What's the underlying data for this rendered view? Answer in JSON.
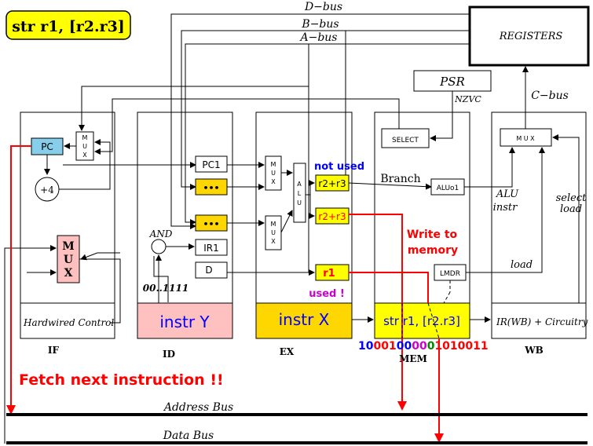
{
  "title": "str r1, [r2.r3]",
  "buses": {
    "d": "D−bus",
    "b": "B−bus",
    "a": "A−bus",
    "c": "C−bus",
    "address": "Address Bus",
    "data": "Data Bus"
  },
  "blocks": {
    "registers": "REGISTERS",
    "psr": "PSR",
    "nzvc": "NZVC",
    "select": "SELECT",
    "pc": "PC",
    "plus4": "+4",
    "mux_letters": [
      "M",
      "U",
      "X"
    ],
    "mux_inline": "M U X",
    "pc1": "PC1",
    "dots": "•••",
    "ir1": "IR1",
    "d": "D",
    "alu_letters": [
      "A",
      "L",
      "U"
    ],
    "alu01": "ALUo1",
    "lmdr": "LMDR",
    "and": "AND",
    "mask": "00..1111",
    "hardwired": "Hardwired Control",
    "ir_wb": "IR(WB) + Circuitry"
  },
  "stage_instr": {
    "id": "instr Y",
    "ex": "instr X",
    "mem": "str r1, [r2.r3]"
  },
  "stage_labels": [
    "IF",
    "ID",
    "EX",
    "MEM",
    "WB"
  ],
  "values": {
    "r2r3": "r2+r3",
    "r1": "r1"
  },
  "annotations": {
    "not_used": "not used",
    "used": "used !",
    "branch": "Branch",
    "alu_instr": [
      "ALU",
      "instr"
    ],
    "select_load": [
      "select",
      "load"
    ],
    "load": "load",
    "write_memory": [
      "Write to",
      "memory"
    ],
    "fetch": "Fetch next instruction !!"
  },
  "encoding": [
    {
      "text": "10",
      "color": "#0000ff"
    },
    {
      "text": "001",
      "color": "#ff0000"
    },
    {
      "text": "00",
      "color": "#0000ff"
    },
    {
      "text": "00",
      "color": "#cc00cc"
    },
    {
      "text": "0",
      "color": "#008800"
    },
    {
      "text": "1010011",
      "color": "#ff0000"
    }
  ],
  "colors": {
    "title_bg": "#ffff00",
    "yellow": "#ffff00",
    "pc_blue": "#87ceeb",
    "pink": "#ffc0c0",
    "instr_x": "#ffd700",
    "red": "#ff0000",
    "blue": "#0000ff",
    "magenta": "#cc00cc"
  }
}
